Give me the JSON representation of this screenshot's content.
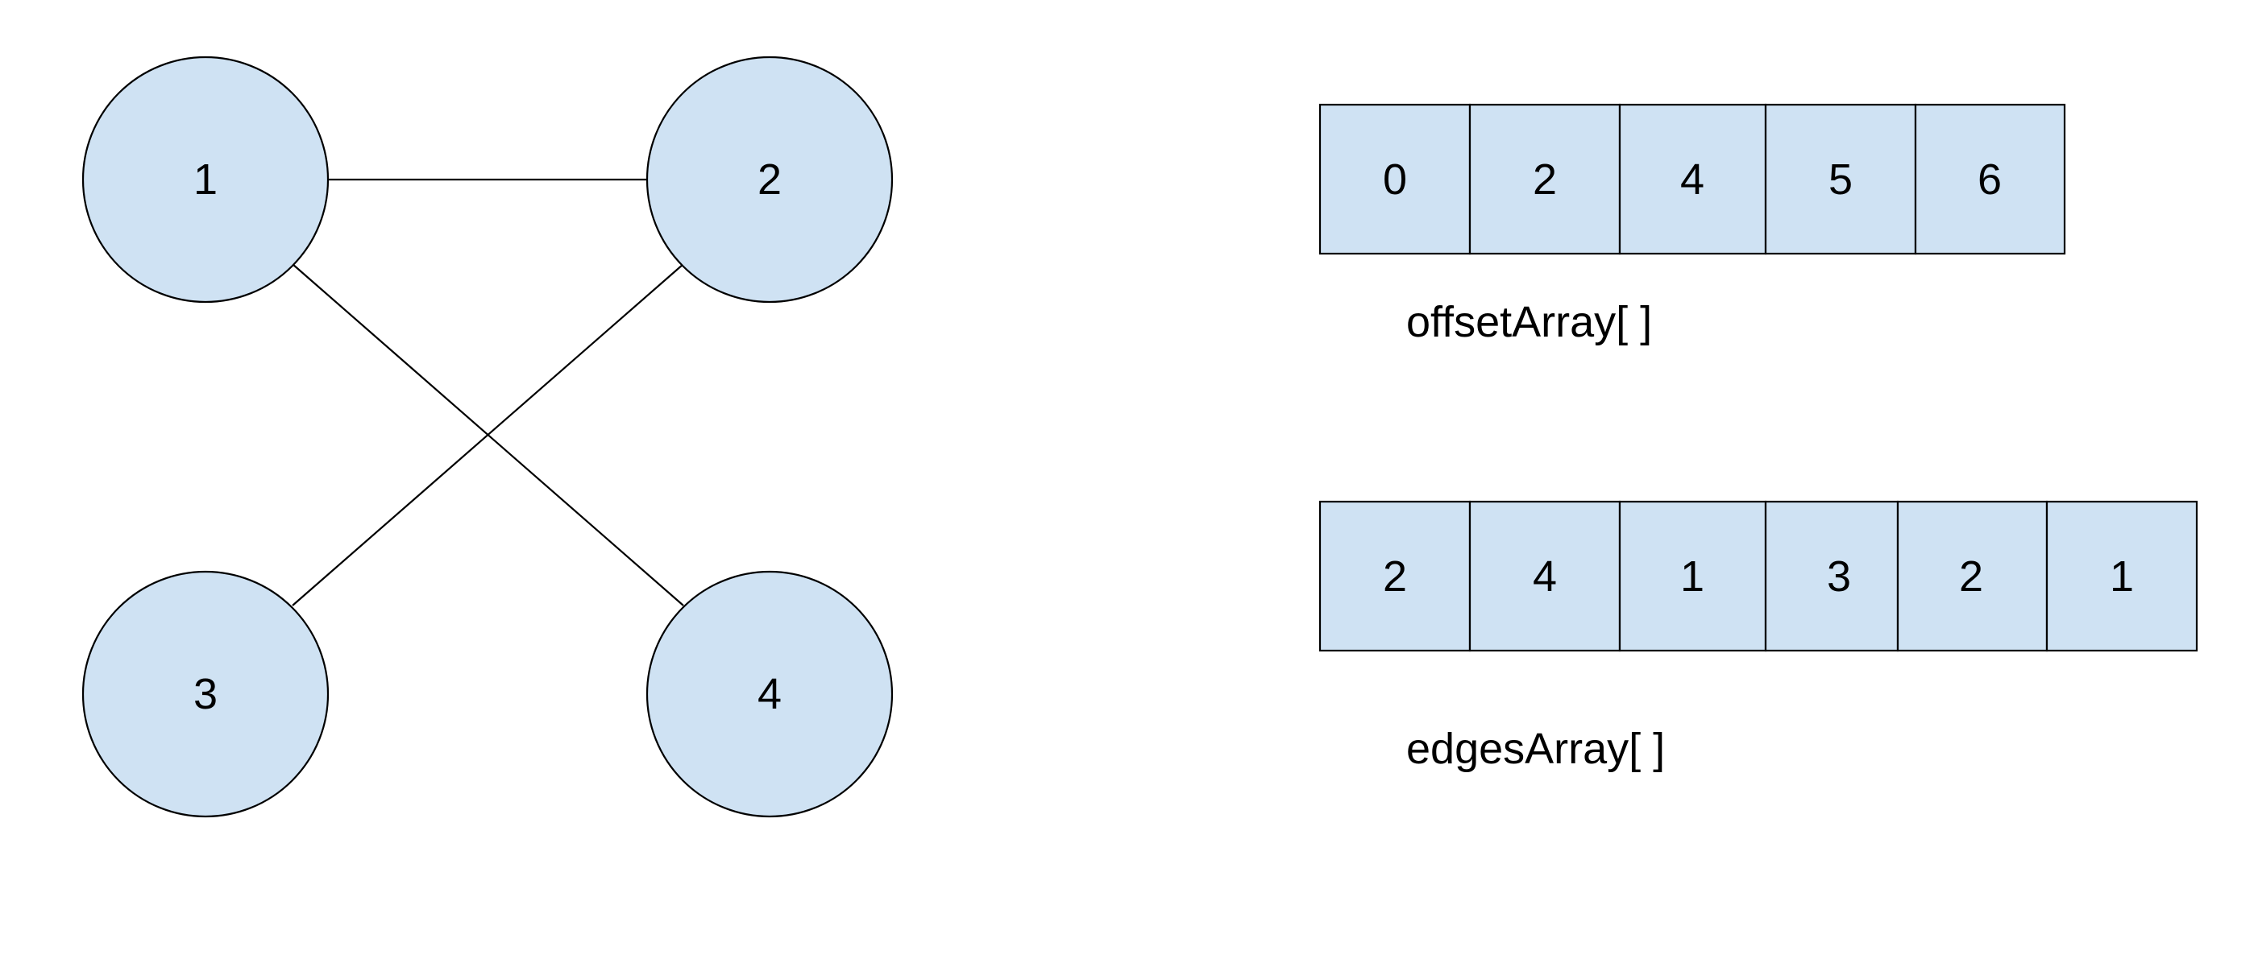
{
  "graph": {
    "nodes": [
      {
        "id": "1",
        "label": "1"
      },
      {
        "id": "2",
        "label": "2"
      },
      {
        "id": "3",
        "label": "3"
      },
      {
        "id": "4",
        "label": "4"
      }
    ],
    "edges": [
      {
        "from": "1",
        "to": "2"
      },
      {
        "from": "1",
        "to": "4"
      },
      {
        "from": "2",
        "to": "3"
      }
    ]
  },
  "offset_array": {
    "caption": "offsetArray[ ]",
    "values": [
      "0",
      "2",
      "4",
      "5",
      "6"
    ]
  },
  "edges_array": {
    "caption": "edgesArray[ ]",
    "values": [
      "2",
      "4",
      "1",
      "3",
      "2",
      "1"
    ]
  },
  "colors": {
    "fill": "#cfe2f3",
    "stroke": "#000000"
  }
}
